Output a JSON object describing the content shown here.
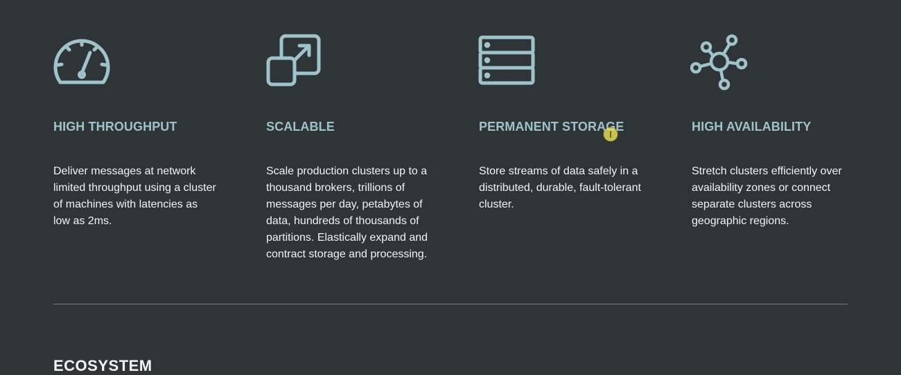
{
  "features": [
    {
      "icon": "speedometer-icon",
      "title": "HIGH THROUGHPUT",
      "description": "Deliver messages at network limited throughput using a cluster of machines with latencies as low as 2ms."
    },
    {
      "icon": "expand-icon",
      "title": "SCALABLE",
      "description": "Scale production clusters up to a thousand brokers, trillions of messages per day, petabytes of data, hundreds of thousands of partitions. Elastically expand and contract storage and processing."
    },
    {
      "icon": "server-icon",
      "title": "PERMANENT STORAGE",
      "description": "Store streams of data safely in a distributed, durable, fault-tolerant cluster."
    },
    {
      "icon": "network-hub-icon",
      "title": "HIGH AVAILABILITY",
      "description": "Stretch clusters efficiently over availability zones or connect separate clusters across geographic regions."
    }
  ],
  "next_section": {
    "title": "ECOSYSTEM"
  },
  "colors": {
    "background": "#2f3437",
    "accent": "#9ec3cb",
    "text": "#f2f4f4",
    "divider": "#777c7e"
  }
}
